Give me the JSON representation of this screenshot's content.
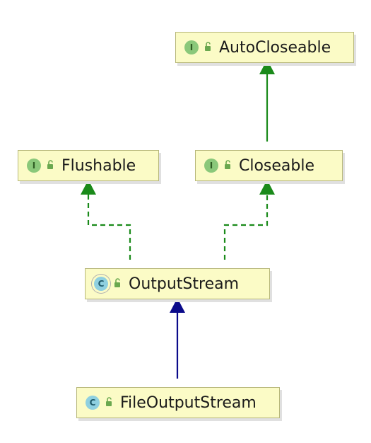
{
  "diagram": {
    "nodes": [
      {
        "id": "autocloseable",
        "name": "AutoCloseable",
        "kind": "interface",
        "badge": "I"
      },
      {
        "id": "flushable",
        "name": "Flushable",
        "kind": "interface",
        "badge": "I"
      },
      {
        "id": "closeable",
        "name": "Closeable",
        "kind": "interface",
        "badge": "I"
      },
      {
        "id": "outputstream",
        "name": "OutputStream",
        "kind": "abstract-class",
        "badge": "C"
      },
      {
        "id": "fileoutputstream",
        "name": "FileOutputStream",
        "kind": "class",
        "badge": "C"
      }
    ],
    "edges": [
      {
        "from": "closeable",
        "to": "autocloseable",
        "type": "extends",
        "style": "solid",
        "color": "#1a8a1a"
      },
      {
        "from": "outputstream",
        "to": "flushable",
        "type": "implements",
        "style": "dashed",
        "color": "#1a8a1a"
      },
      {
        "from": "outputstream",
        "to": "closeable",
        "type": "implements",
        "style": "dashed",
        "color": "#1a8a1a"
      },
      {
        "from": "fileoutputstream",
        "to": "outputstream",
        "type": "extends",
        "style": "solid",
        "color": "#0a0a8a"
      }
    ]
  },
  "colors": {
    "node_fill": "#fbfbc6",
    "node_border": "#b7b77a",
    "interface_badge": "#8ac87a",
    "class_badge": "#8fd0e0",
    "lock_icon": "#6aa84f",
    "interface_edge": "#1a8a1a",
    "class_edge": "#0a0a8a"
  },
  "icons": {
    "interface": "interface-icon",
    "class": "class-icon",
    "abstract": "abstract-class-icon",
    "access": "unlocked-padlock-icon"
  }
}
